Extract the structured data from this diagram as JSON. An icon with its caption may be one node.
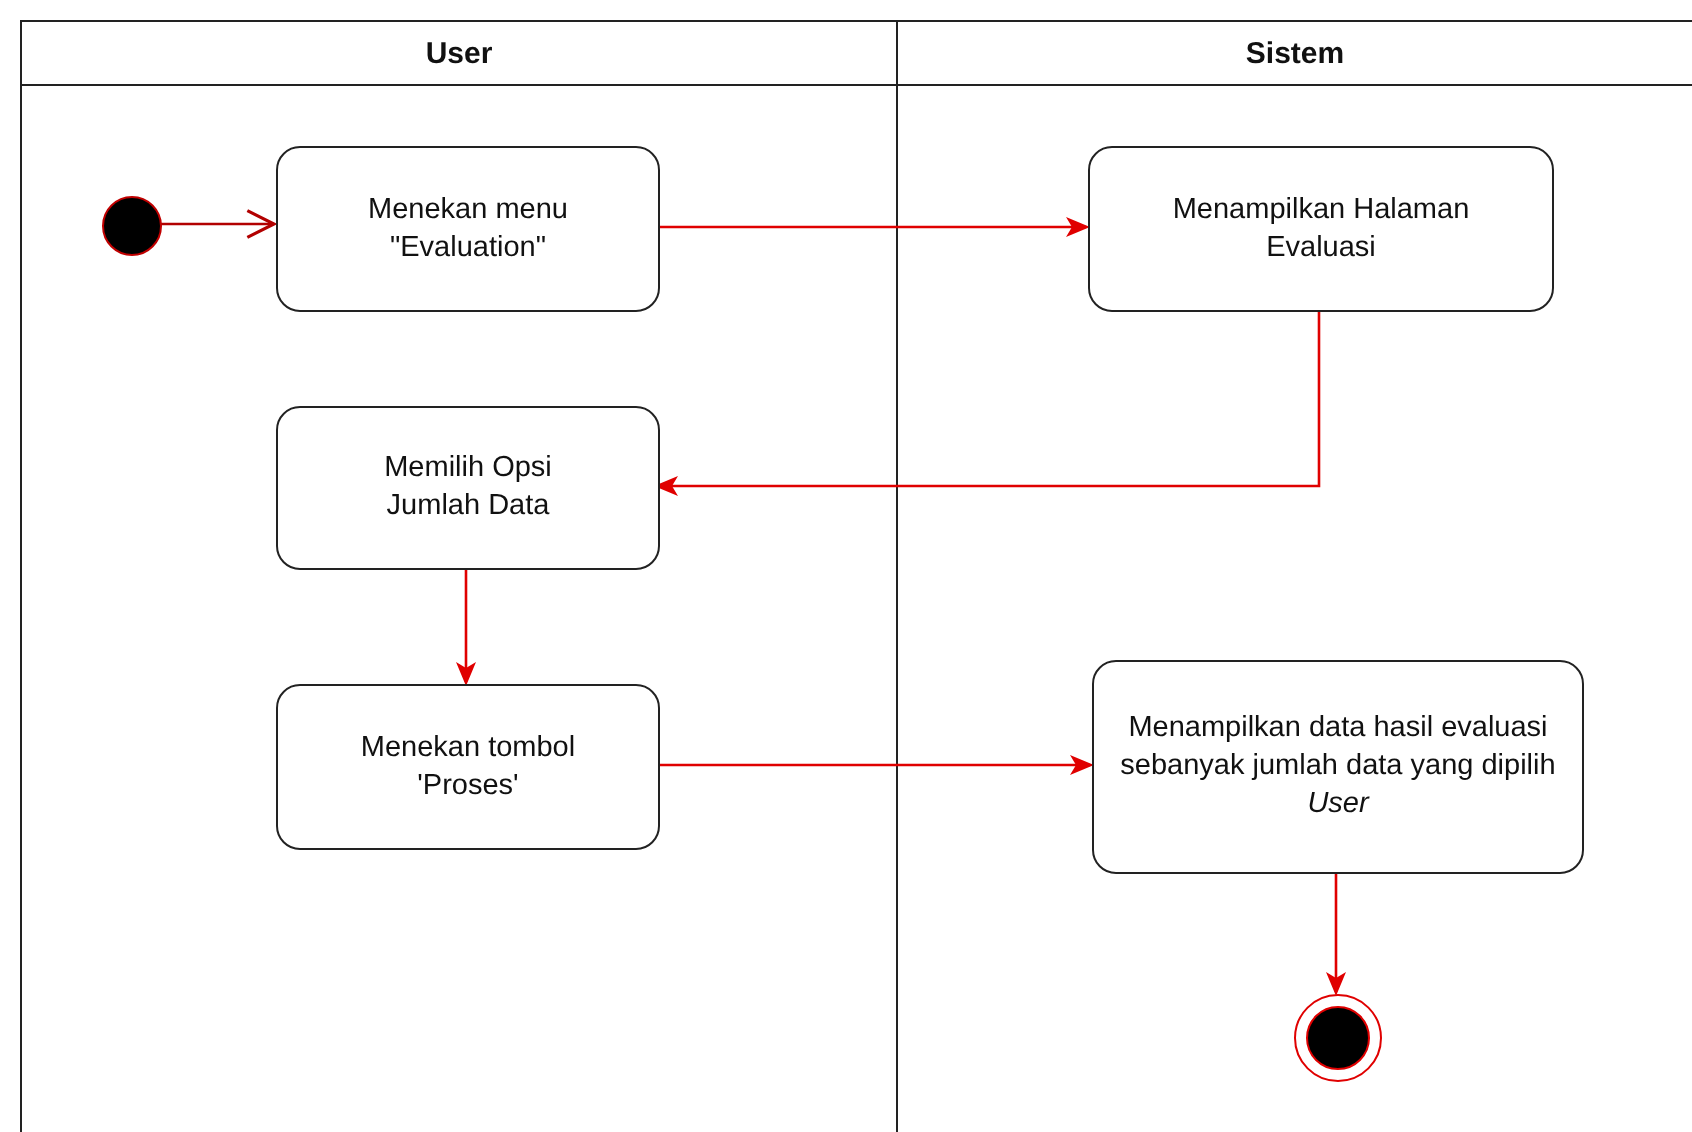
{
  "diagram": {
    "nodes": [
      {
        "text": [
          "User"
        ]
      },
      {
        "text": [
          "Sistem"
        ]
      },
      {
        "text": [],
        "shape": "circle",
        "in": 0
      },
      {
        "text": [
          "Menekan menu \"Evaluation\""
        ],
        "in": 0
      },
      {
        "text": [
          "Menampilkan Halaman Evaluasi"
        ],
        "in": 1
      },
      {
        "text": [
          "Memilih Opsi Jumlah Data"
        ],
        "in": 0
      },
      {
        "text": [
          "Menekan tombol 'Proses'"
        ],
        "in": 0
      },
      {
        "text": [
          "Menampilkan data hasil evaluasi sebanyak jumlah data yang dipilih *User*"
        ],
        "in": 1
      },
      {
        "text": [],
        "shape": "circle",
        "in": 1
      }
    ],
    "edges": [
      {
        "from": 2,
        "to": 3,
        "arrow": "to",
        "color": "#b20000"
      },
      {
        "from": 3,
        "to": 4,
        "arrow": "to"
      },
      {
        "from": 4,
        "to": 5,
        "arrow": "to"
      },
      {
        "from": 5,
        "to": 6,
        "arrow": "to"
      },
      {
        "from": 6,
        "to": 7,
        "arrow": "to"
      },
      {
        "from": 7,
        "to": 8,
        "arrow": "to"
      }
    ]
  }
}
